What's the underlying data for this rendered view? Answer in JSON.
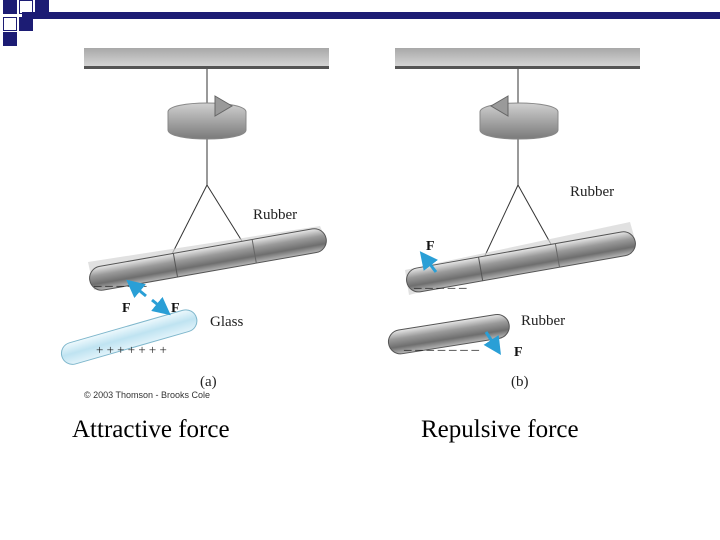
{
  "slide": {
    "left_caption": "Attractive force",
    "right_caption": "Repulsive force"
  },
  "figure_a": {
    "rubber_label": "Rubber",
    "glass_label": "Glass",
    "force_label": "F",
    "panel_label": "(a)",
    "copyright": "© 2003 Thomson - Brooks Cole"
  },
  "figure_b": {
    "rubber_top_label": "Rubber",
    "rubber_bottom_label": "Rubber",
    "force_label": "F",
    "panel_label": "(b)"
  },
  "colors": {
    "accent": "#1c1c74",
    "force_arrow": "#2a9fd6",
    "glass": "#cdeaf5"
  }
}
